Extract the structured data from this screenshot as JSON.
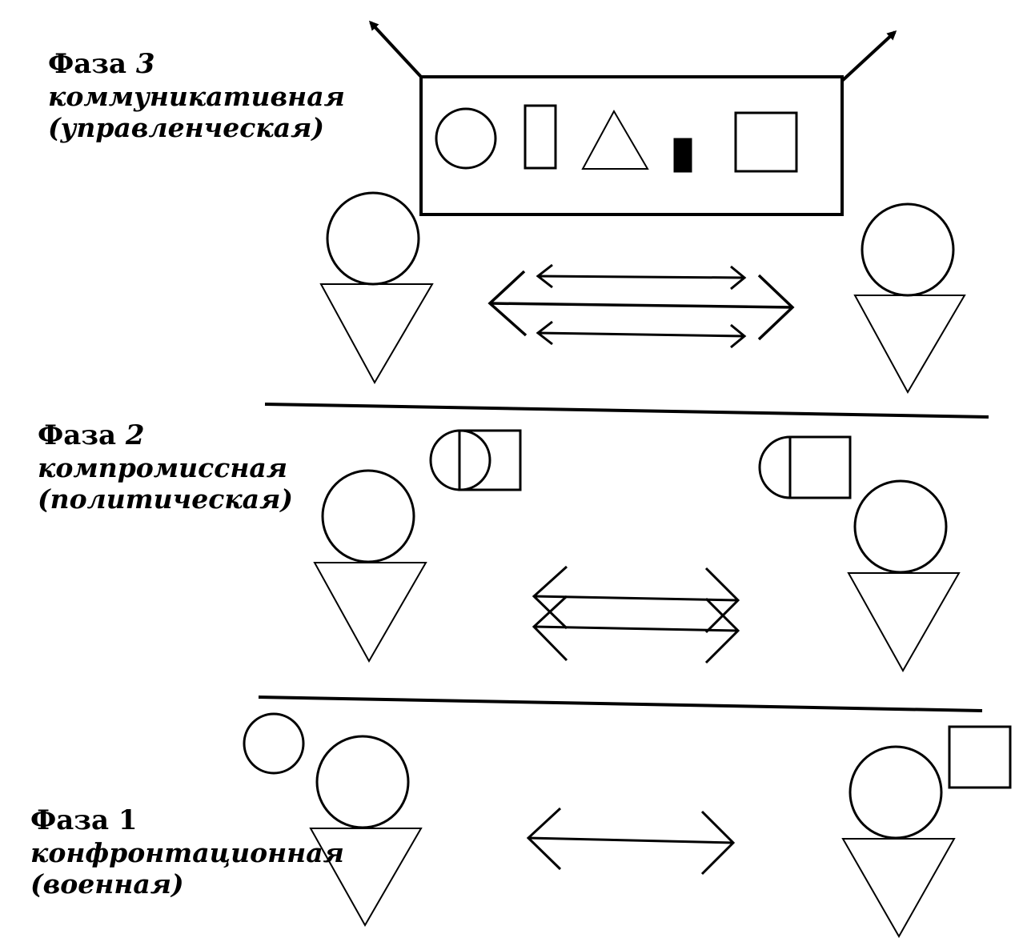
{
  "phases": [
    {
      "title": "Фаза",
      "number": "3",
      "line1": "коммуникативная",
      "line2": "(управленческая)"
    },
    {
      "title": "Фаза",
      "number": "2",
      "line1": "компромиссная",
      "line2": "(политическая)"
    },
    {
      "title": "Фаза",
      "number": "1",
      "line1": "конфронтационная",
      "line2": "(военная)"
    }
  ],
  "colors": {
    "stroke": "#000000",
    "background": "#ffffff",
    "fill": "#000000"
  },
  "icons": [
    "person-figure-icon",
    "double-arrow-icon",
    "circle-icon",
    "square-icon",
    "triangle-icon",
    "rectangle-icon",
    "semicircle-square-icon"
  ]
}
